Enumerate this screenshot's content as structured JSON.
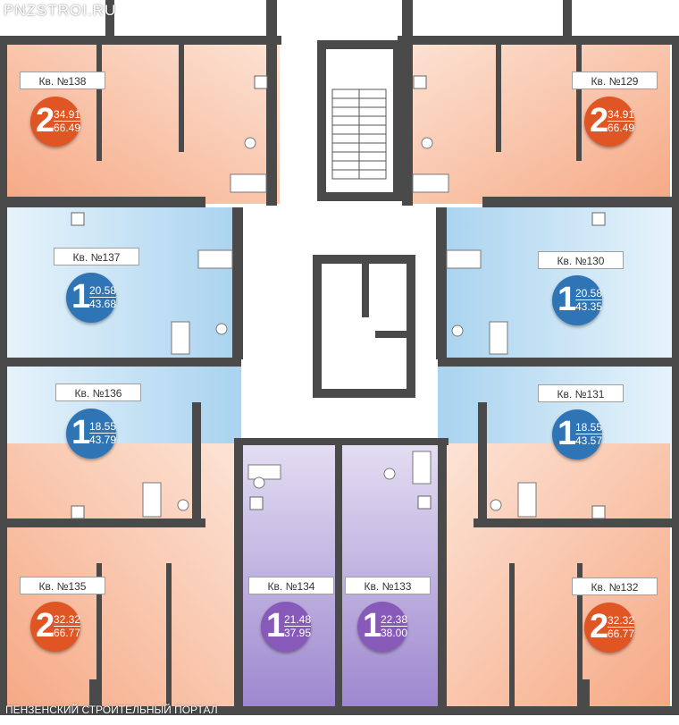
{
  "watermark_top": "PNZSTROI.RU",
  "watermark_bottom": "ПЕНЗЕНСКИЙ СТРОИТЕЛЬНЫЙ ПОРТАЛ",
  "colors": {
    "orange_fill": "#f9c3a3",
    "blue_fill": "#c4e1f4",
    "purple_fill": "#b6a6d8",
    "wall": "#4a4a4a",
    "badge_orange": "#e05524",
    "badge_blue": "#2f74b5",
    "badge_purple": "#8759b8"
  },
  "apartments": [
    {
      "label": "Кв. №138",
      "rooms": "2",
      "living": "34.91",
      "total": "66.49",
      "color": "orange"
    },
    {
      "label": "Кв. №129",
      "rooms": "2",
      "living": "34.91",
      "total": "66.49",
      "color": "orange"
    },
    {
      "label": "Кв. №137",
      "rooms": "1",
      "living": "20.58",
      "total": "43.68",
      "color": "blue"
    },
    {
      "label": "Кв. №130",
      "rooms": "1",
      "living": "20.58",
      "total": "43.35",
      "color": "blue"
    },
    {
      "label": "Кв. №136",
      "rooms": "1",
      "living": "18.55",
      "total": "43.79",
      "color": "blue"
    },
    {
      "label": "Кв. №131",
      "rooms": "1",
      "living": "18.55",
      "total": "43.57",
      "color": "blue"
    },
    {
      "label": "Кв. №135",
      "rooms": "2",
      "living": "32.32",
      "total": "66.77",
      "color": "orange"
    },
    {
      "label": "Кв. №132",
      "rooms": "2",
      "living": "32.32",
      "total": "66.77",
      "color": "orange"
    },
    {
      "label": "Кв. №134",
      "rooms": "1",
      "living": "21.48",
      "total": "37.95",
      "color": "purple"
    },
    {
      "label": "Кв. №133",
      "rooms": "1",
      "living": "22.38",
      "total": "38.00",
      "color": "purple"
    }
  ]
}
